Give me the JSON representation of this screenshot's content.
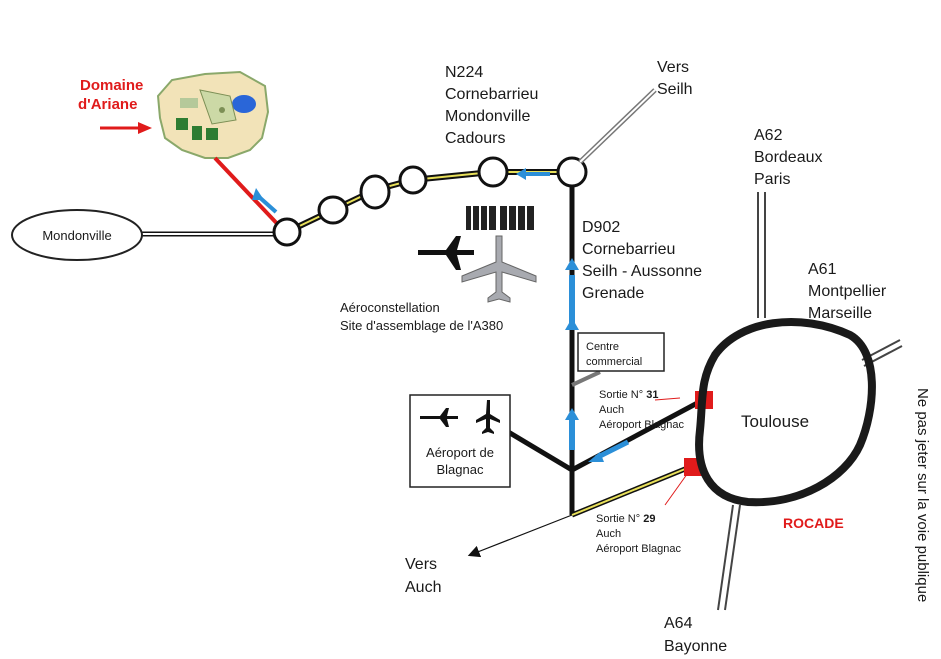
{
  "destination": {
    "name_line1": "Domaine",
    "name_line2": "d'Ariane"
  },
  "towns": {
    "mondonville": "Mondonville",
    "n224": [
      "N224",
      "Cornebarrieu",
      "Mondonville",
      "Cadours"
    ],
    "vers_seilh": [
      "Vers",
      "Seilh"
    ],
    "d902": [
      "D902",
      "Cornebarrieu",
      "Seilh - Aussonne",
      "Grenade"
    ],
    "a62": [
      "A62",
      "Bordeaux",
      "Paris"
    ],
    "a61": [
      "A61",
      "Montpellier",
      "Marseille"
    ],
    "a64": [
      "A64",
      "Bayonne"
    ],
    "vers_auch": [
      "Vers",
      "Auch"
    ],
    "toulouse": "Toulouse",
    "rocade": "ROCADE"
  },
  "aeroconstellation": [
    "Aéroconstellation",
    "Site d'assemblage de l'A380"
  ],
  "centre_commercial": [
    "Centre",
    "commercial"
  ],
  "airport": [
    "Aéroport de",
    "Blagnac"
  ],
  "exit31": {
    "prefix": "Sortie N° ",
    "number": "31",
    "line2": "Auch",
    "line3": "Aéroport Blagnac"
  },
  "exit29": {
    "prefix": "Sortie N° ",
    "number": "29",
    "line2": "Auch",
    "line3": "Aéroport Blagnac"
  },
  "footer_note": "Ne pas jeter sur la voie publique",
  "colors": {
    "route_blue": "#2b8fd8",
    "exit_red": "#e01b1b",
    "road_black": "#111111",
    "yellow": "#e8e05a"
  }
}
